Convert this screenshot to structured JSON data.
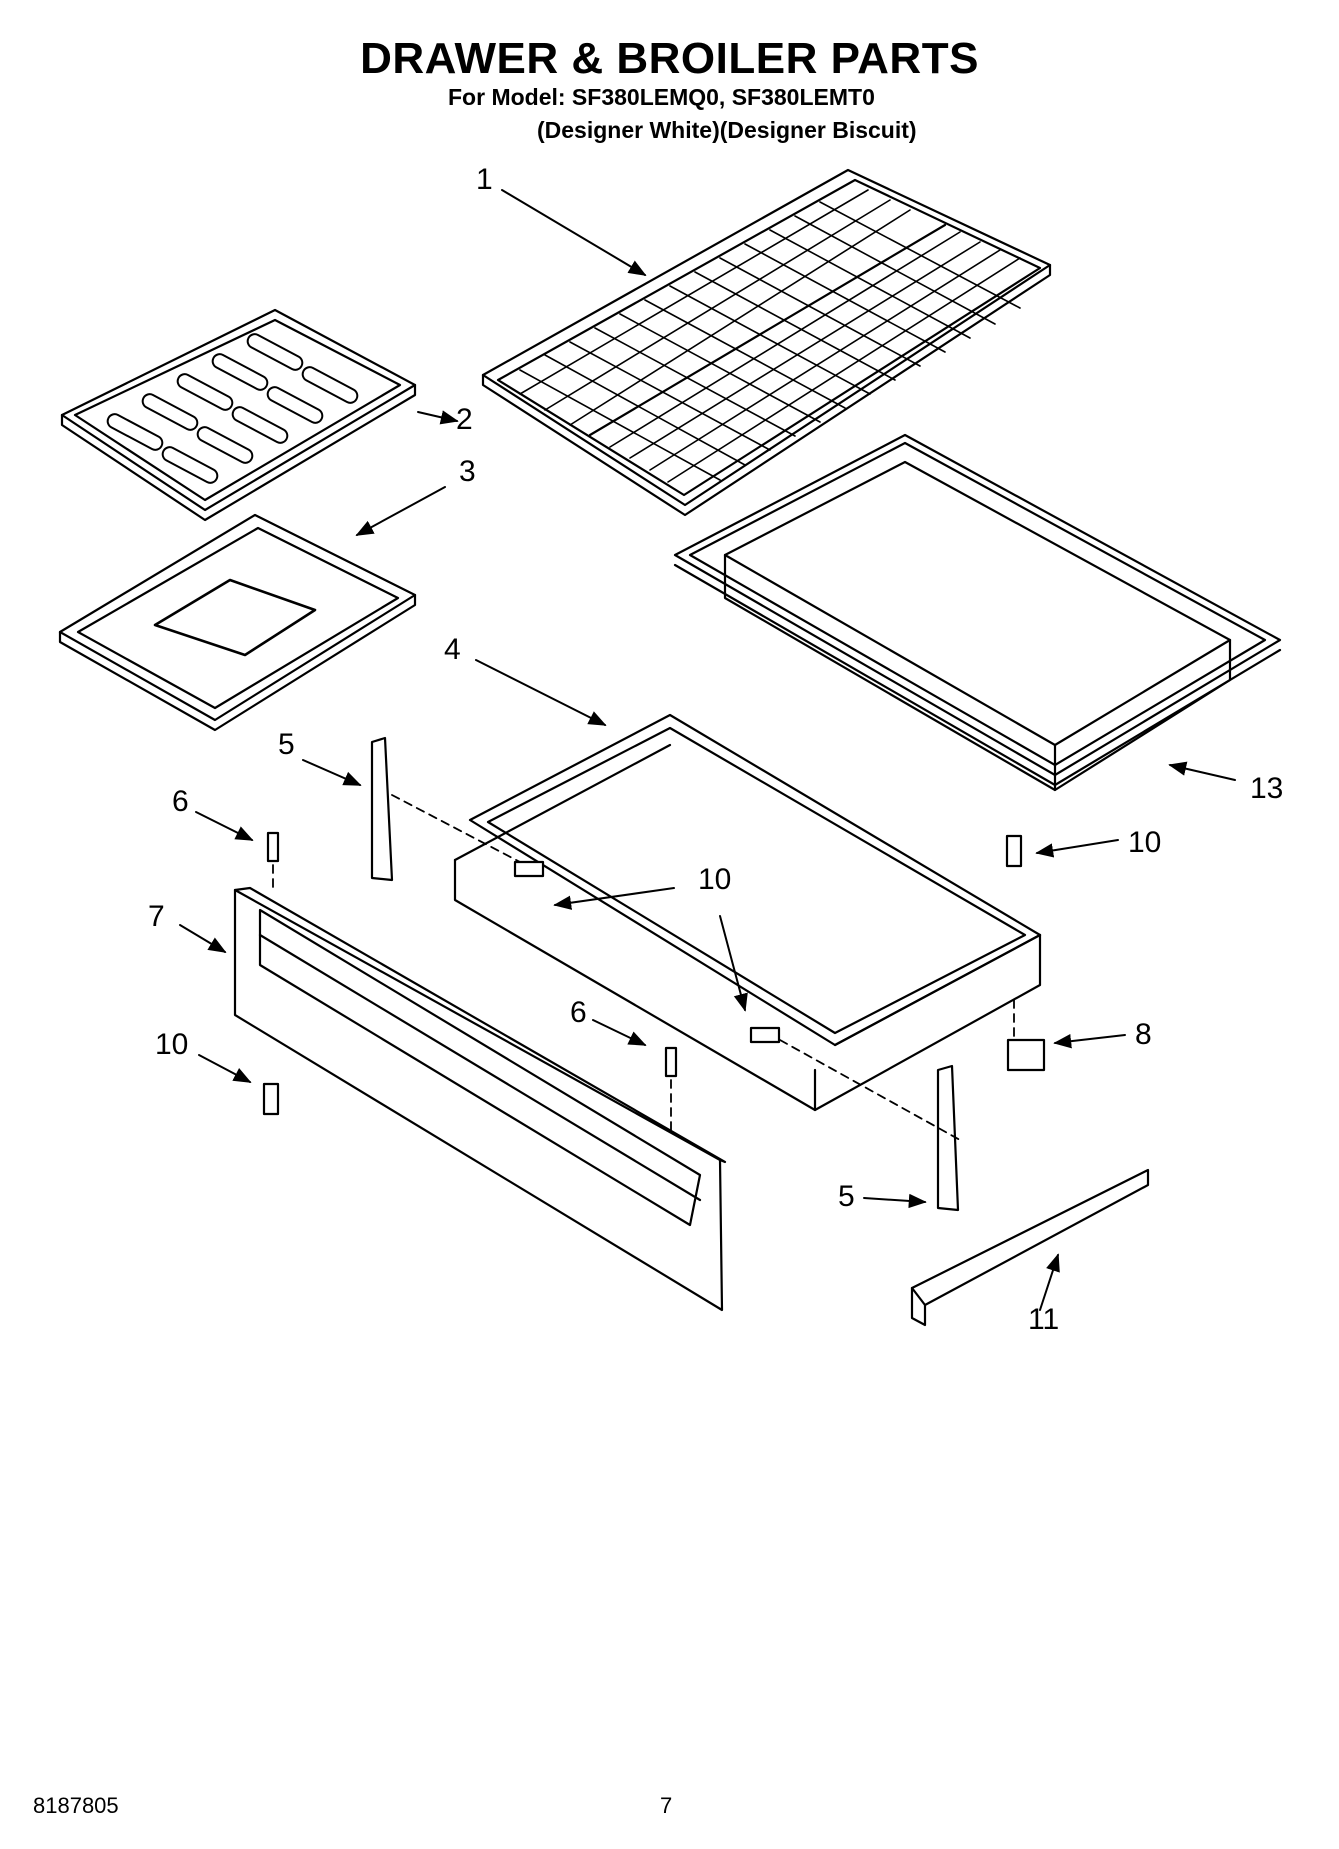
{
  "header": {
    "title": "DRAWER & BROILER PARTS",
    "model_line": "For Model: SF380LEMQ0, SF380LEMT0",
    "variant_line": "(Designer White)(Designer Biscuit)"
  },
  "callouts": [
    "1",
    "2",
    "3",
    "4",
    "5",
    "6",
    "7",
    "10",
    "6",
    "10",
    "10",
    "10",
    "8",
    "5",
    "11",
    "13"
  ],
  "footer": {
    "doc_number": "8187805",
    "page_number": "7"
  }
}
